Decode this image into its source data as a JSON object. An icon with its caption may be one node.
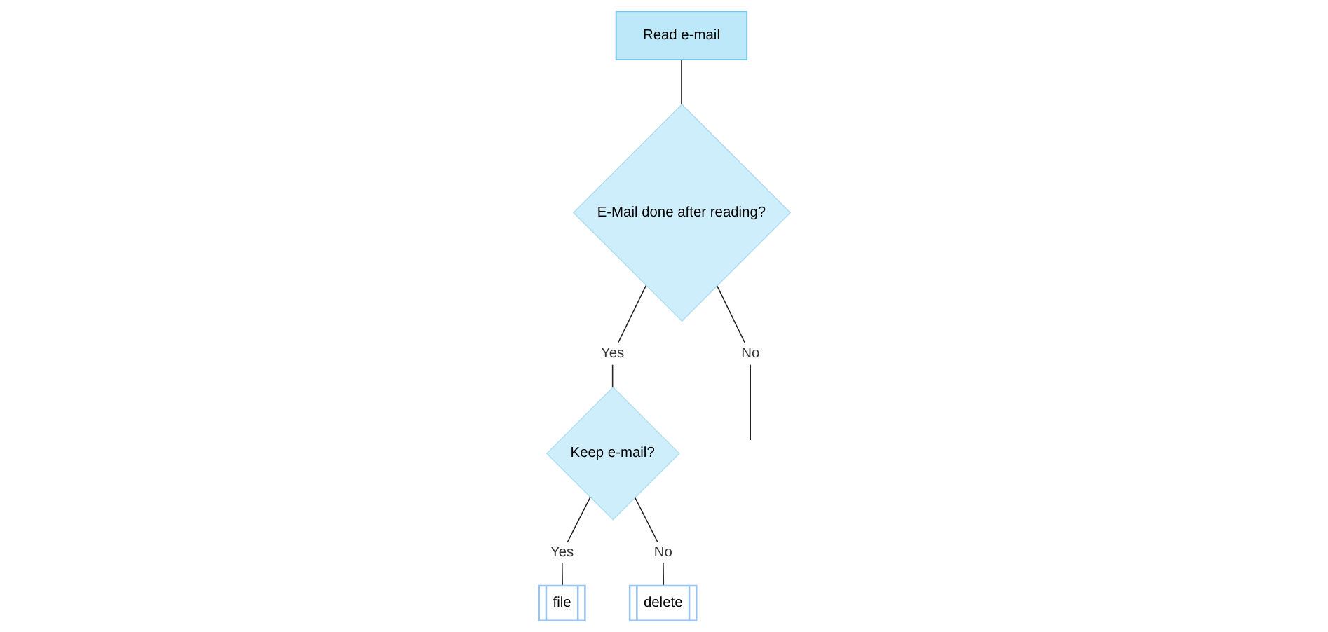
{
  "diagram": {
    "nodes": [
      {
        "text": [
          "Read e-mail"
        ]
      },
      {
        "text": [
          "E-Mail done after reading?"
        ]
      },
      {
        "text": [
          "Keep e-mail?"
        ]
      },
      {
        "text": [
          "file"
        ]
      },
      {
        "text": [
          "delete"
        ]
      }
    ],
    "edges": [
      {
        "from": 0,
        "to": 1,
        "arrow": "none"
      },
      {
        "from": 1,
        "to": 2,
        "arrow": "none",
        "label": "Yes"
      },
      {
        "from": 2,
        "to": 3,
        "arrow": "none",
        "label": "Yes"
      },
      {
        "from": 2,
        "to": 4,
        "arrow": "none",
        "label": "No"
      },
      {
        "from": 1,
        "to": null,
        "arrow": "none",
        "label": "No"
      }
    ]
  }
}
